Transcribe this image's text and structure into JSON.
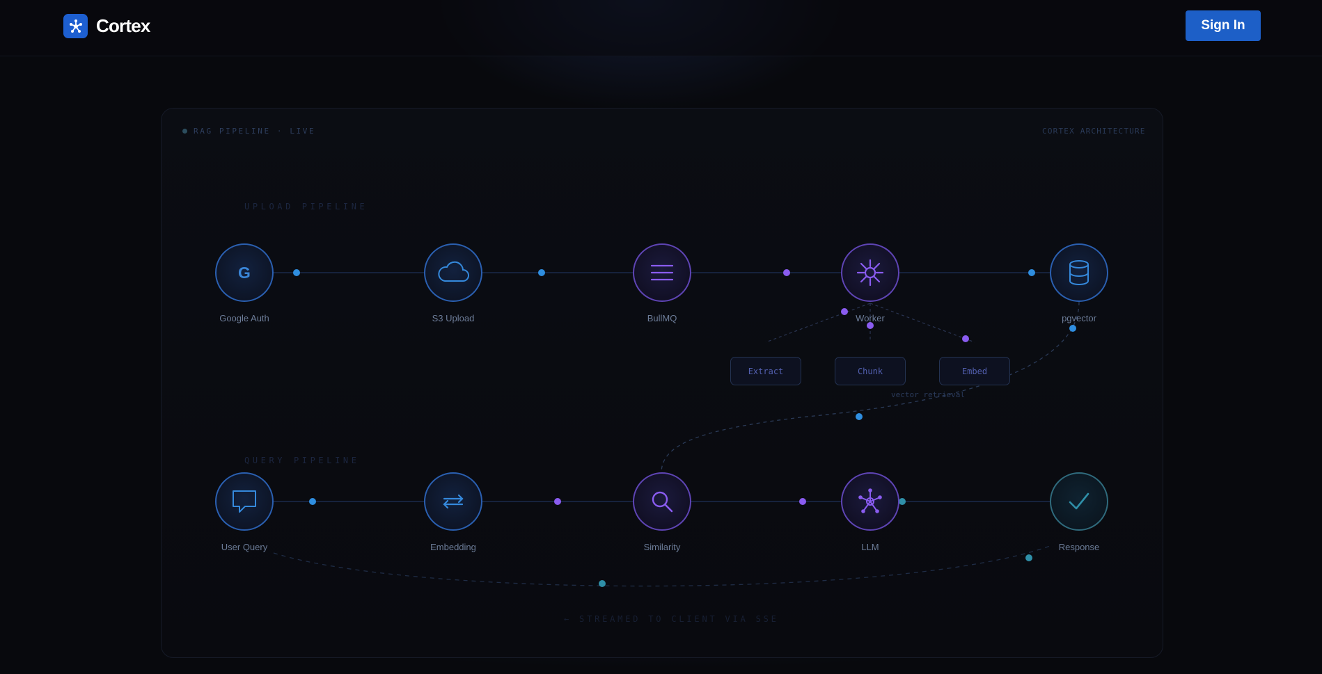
{
  "header": {
    "brand": "Cortex",
    "signin_label": "Sign In",
    "logo_icon": "network-icon",
    "accent_color": "#1d5fc7"
  },
  "diagram": {
    "status": "RAG PIPELINE · LIVE",
    "architecture_label": "CORTEX ARCHITECTURE",
    "upload_title": "UPLOAD PIPELINE",
    "query_title": "QUERY PIPELINE",
    "upload_nodes": [
      {
        "label": "Google Auth",
        "icon": "google-icon"
      },
      {
        "label": "S3 Upload",
        "icon": "cloud-icon"
      },
      {
        "label": "BullMQ",
        "icon": "queue-icon"
      },
      {
        "label": "Worker",
        "icon": "hub-icon"
      },
      {
        "label": "pgvector",
        "icon": "database-icon"
      }
    ],
    "worker_steps": [
      "Extract",
      "Chunk",
      "Embed"
    ],
    "vector_retrieval_label": "vector retrieval",
    "query_nodes": [
      {
        "label": "User Query",
        "icon": "chat-icon"
      },
      {
        "label": "Embedding",
        "icon": "swap-icon"
      },
      {
        "label": "Similarity",
        "icon": "search-icon"
      },
      {
        "label": "LLM",
        "icon": "network-icon"
      },
      {
        "label": "Response",
        "icon": "check-icon"
      }
    ],
    "footer": "← STREAMED TO CLIENT VIA SSE",
    "colors": {
      "blue": "#2f8ee0",
      "purple": "#8a5cf0",
      "teal": "#2f8fa8"
    }
  }
}
